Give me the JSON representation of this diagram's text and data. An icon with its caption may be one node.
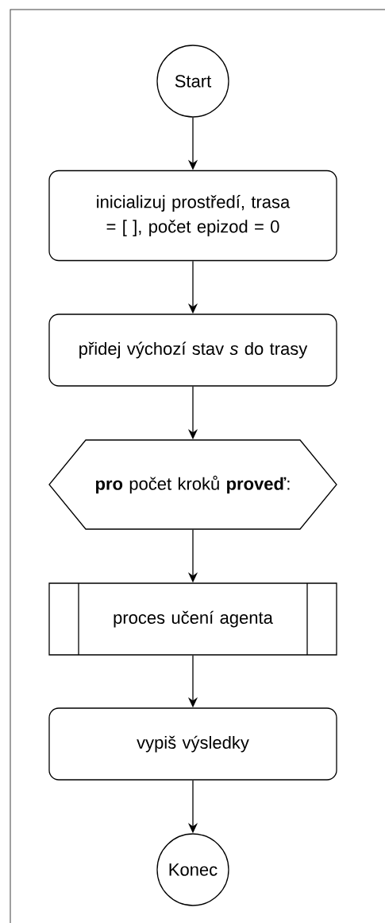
{
  "diagram": {
    "nodes": [
      {
        "text": [
          "Start"
        ]
      },
      {
        "text": [
          "inicializuj prostředí, trasa = [ ], počet epizod = 0"
        ]
      },
      {
        "text": [
          "přidej výchozí stav *s* do trasy"
        ]
      },
      {
        "text": [
          "**pro** počet kroků **proveď**:"
        ]
      },
      {
        "text": [
          "proces učení agenta"
        ]
      },
      {
        "text": [
          "vypiš výsledky"
        ]
      },
      {
        "text": [
          "Konec"
        ]
      }
    ],
    "edges": [
      {
        "from": 0,
        "to": 1,
        "arrow": "to"
      },
      {
        "from": 1,
        "to": 2,
        "arrow": "to"
      },
      {
        "from": 2,
        "to": 3,
        "arrow": "to"
      },
      {
        "from": 3,
        "to": 4,
        "arrow": "to"
      },
      {
        "from": 4,
        "to": 5,
        "arrow": "to"
      },
      {
        "from": 5,
        "to": 6,
        "arrow": "to"
      }
    ]
  }
}
